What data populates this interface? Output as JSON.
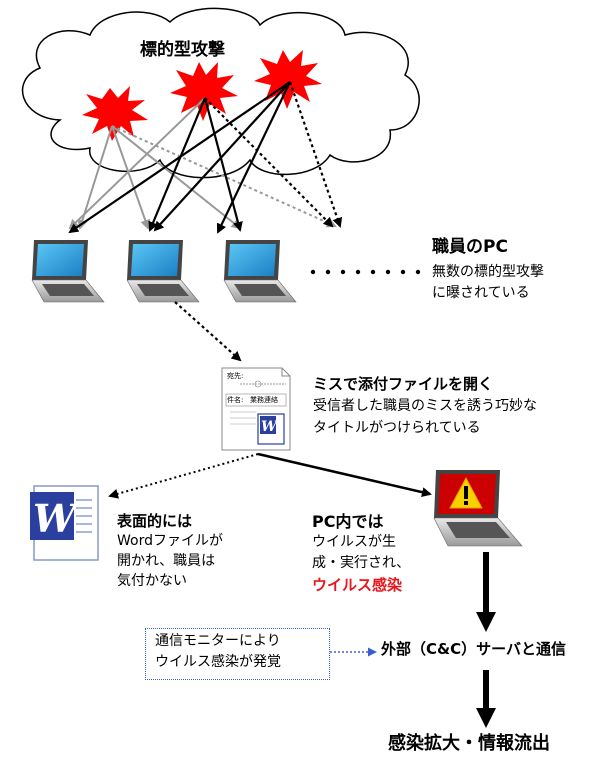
{
  "cloud": {
    "title": "標的型攻撃"
  },
  "pcs": {
    "label": "職員のPC",
    "sub_line1": "無数の標的型攻撃",
    "sub_line2": "に曝されている"
  },
  "mail": {
    "heading": "ミスで添付ファイルを開く",
    "sub_line1": "受信者した職員のミスを誘う巧妙な",
    "sub_line2": "タイトルがつけられている",
    "field_to": "宛先:",
    "field_subject": "件名:",
    "subject_value": "業務連絡"
  },
  "word_side": {
    "line1": "表面的には",
    "line2": "Wordファイルが",
    "line3": "開かれ、職員は",
    "line4": "気付かない"
  },
  "pc_inside": {
    "line1": "PC内では",
    "line2": "ウイルスが生",
    "line3": "成・実行され、",
    "line4": "ウイルス感染"
  },
  "monitor": {
    "line1": "通信モニターにより",
    "line2": "ウイルス感染が発覚"
  },
  "cc_server": "外部（C&C）サーバと通信",
  "final": "感染拡大・情報流出",
  "colors": {
    "explosion": "#ff0000",
    "virus_text": "#e8151b",
    "laptop_screen": "#1f9fe0",
    "infected_screen": "#cc0000",
    "monitor_border": "#3a5fd0",
    "word_icon": "#2b3f9e"
  },
  "icons": [
    "cloud-icon",
    "explosion-icon",
    "laptop-icon",
    "document-icon",
    "word-icon",
    "warning-icon"
  ]
}
